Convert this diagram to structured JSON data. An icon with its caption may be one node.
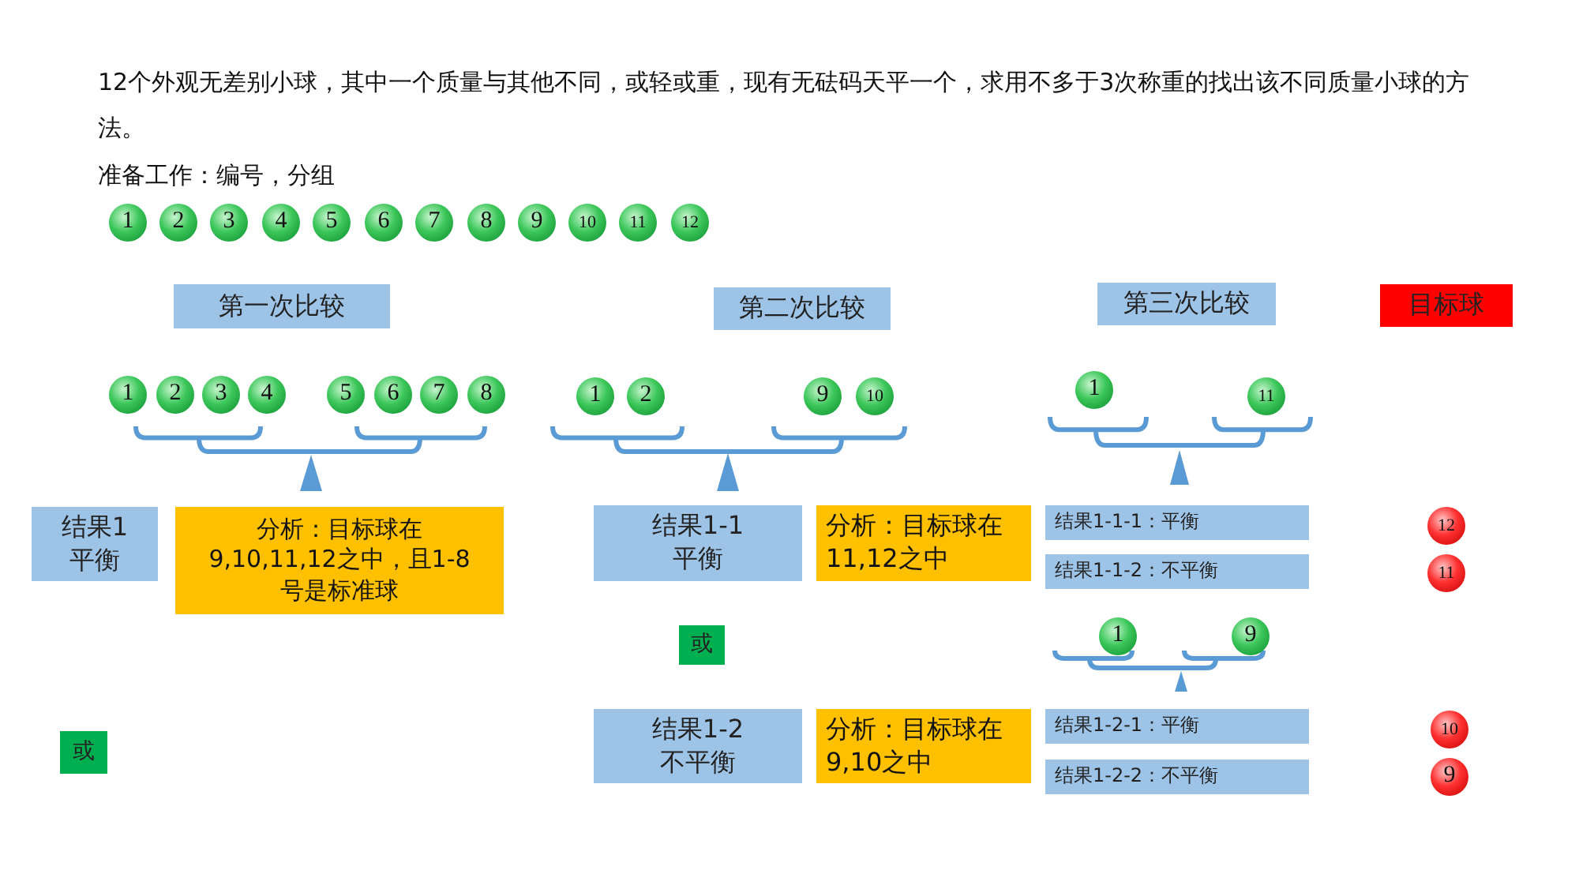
{
  "diagram": {
    "title": "12个外观无差别小球，其中一个质量与其他不同，或轻或重，现有无砝码天平一个，求用不多于3次称重的找出该不同质量小球的方法。",
    "nodes": [
      {
        "text": [
          "1"
        ]
      },
      {
        "text": [
          "2"
        ]
      },
      {
        "text": [
          "3"
        ]
      },
      {
        "text": [
          "4"
        ]
      },
      {
        "text": [
          "5"
        ]
      },
      {
        "text": [
          "6"
        ]
      },
      {
        "text": [
          "7"
        ]
      },
      {
        "text": [
          "8"
        ]
      },
      {
        "text": [
          "9"
        ]
      },
      {
        "text": [
          "10"
        ]
      },
      {
        "text": [
          "11"
        ]
      },
      {
        "text": [
          "12"
        ]
      },
      {
        "text": [
          "第一次比较"
        ]
      },
      {
        "text": [
          "第二次比较"
        ]
      },
      {
        "text": [
          "第三次比较"
        ]
      },
      {
        "text": [
          "目标球"
        ]
      },
      {
        "text": [
          "1"
        ]
      },
      {
        "text": [
          "2"
        ]
      },
      {
        "text": [
          "3"
        ]
      },
      {
        "text": [
          "4"
        ]
      },
      {
        "text": [
          "5"
        ]
      },
      {
        "text": [
          "6"
        ]
      },
      {
        "text": [
          "7"
        ]
      },
      {
        "text": [
          "8"
        ]
      },
      {
        "text": [
          "1"
        ]
      },
      {
        "text": [
          "2"
        ]
      },
      {
        "text": [
          "9"
        ]
      },
      {
        "text": [
          "10"
        ]
      },
      {
        "text": [
          "1"
        ]
      },
      {
        "text": [
          "11"
        ]
      },
      {
        "text": [
          "结果1平衡"
        ]
      },
      {
        "text": [
          "分析：目标球在9,10,11,12之中，且1-8号是标准球"
        ]
      },
      {
        "text": [
          "结果1-1平衡"
        ]
      },
      {
        "text": [
          "分析：目标球在11,12之中"
        ]
      },
      {
        "text": [
          "结果1-1-1：平衡"
        ]
      },
      {
        "text": [
          "12"
        ]
      },
      {
        "text": [
          "结果1-1-2：不平衡"
        ]
      },
      {
        "text": [
          "11"
        ]
      },
      {
        "text": [
          "或"
        ]
      },
      {
        "text": [
          "1"
        ]
      },
      {
        "text": [
          "9"
        ]
      },
      {
        "text": [
          "或"
        ]
      },
      {
        "text": [
          "结果1-2不平衡"
        ]
      },
      {
        "text": [
          "分析：目标球在9,10之中"
        ]
      },
      {
        "text": [
          "结果1-2-1：平衡"
        ]
      },
      {
        "text": [
          "10"
        ]
      },
      {
        "text": [
          "结果1-2-2：不平衡"
        ]
      },
      {
        "text": [
          "9"
        ]
      }
    ],
    "edges": [],
    "labels": [
      "准备工作：编号，分组"
    ]
  }
}
